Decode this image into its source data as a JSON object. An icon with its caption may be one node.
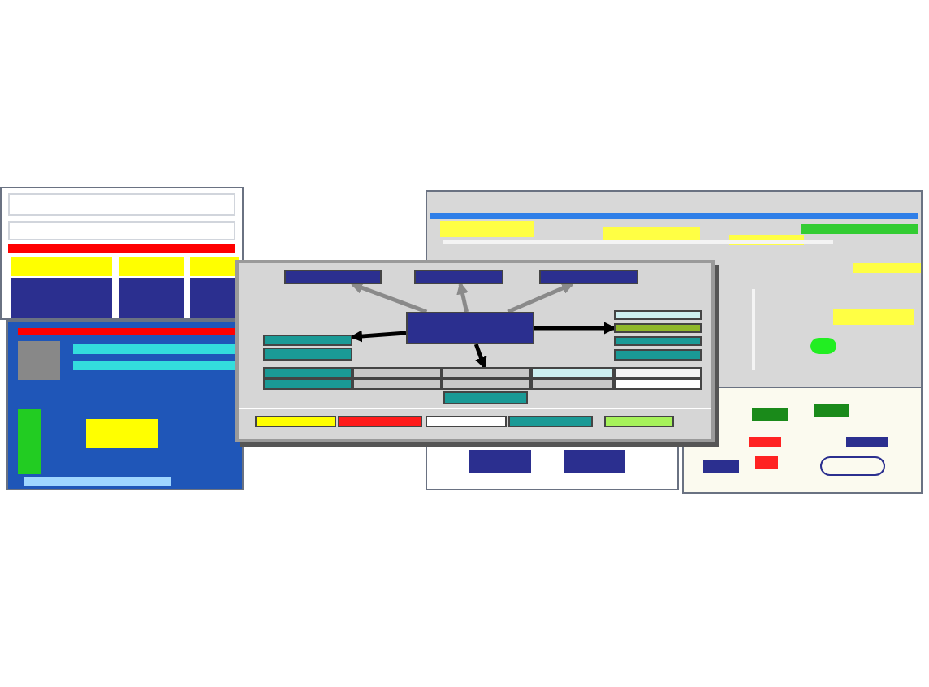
{
  "diagram": {
    "nodes": [
      {
        "text": [],
        "shape": "box"
      },
      {
        "text": [],
        "shape": "box"
      },
      {
        "text": [],
        "shape": "box"
      },
      {
        "text": [],
        "shape": "box"
      },
      {
        "text": [],
        "shape": "box"
      },
      {
        "text": [],
        "shape": "box"
      },
      {
        "text": [],
        "shape": "box"
      },
      {
        "text": [],
        "shape": "box"
      },
      {
        "text": [],
        "shape": "box"
      },
      {
        "text": [],
        "shape": "box"
      },
      {
        "text": [],
        "shape": "box"
      },
      {
        "text": [],
        "shape": "box"
      },
      {
        "text": [],
        "shape": "box"
      },
      {
        "text": [],
        "shape": "box"
      },
      {
        "text": [],
        "shape": "box"
      },
      {
        "text": [],
        "shape": "box"
      },
      {
        "text": [],
        "shape": "box"
      },
      {
        "text": [],
        "shape": "box"
      },
      {
        "text": [],
        "shape": "box"
      },
      {
        "text": [],
        "shape": "box"
      },
      {
        "text": [],
        "shape": "box"
      },
      {
        "text": [],
        "shape": "box"
      },
      {
        "text": [],
        "shape": "box"
      },
      {
        "text": [],
        "shape": "box"
      },
      {
        "text": [],
        "shape": "box"
      },
      {
        "text": [],
        "shape": "box"
      }
    ],
    "edges": [
      {
        "from": 3,
        "to": 0,
        "arrow": "to",
        "color": "#8a8a8a"
      },
      {
        "from": 3,
        "to": 1,
        "arrow": "to",
        "color": "#8a8a8a"
      },
      {
        "from": 3,
        "to": 2,
        "arrow": "to",
        "color": "#8a8a8a"
      },
      {
        "from": 3,
        "to": 8,
        "arrow": "to",
        "color": "#000000"
      },
      {
        "from": 3,
        "to": 5,
        "arrow": "to",
        "color": "#000000"
      },
      {
        "from": 3,
        "to": 12,
        "arrow": "to",
        "color": "#000000"
      }
    ]
  }
}
